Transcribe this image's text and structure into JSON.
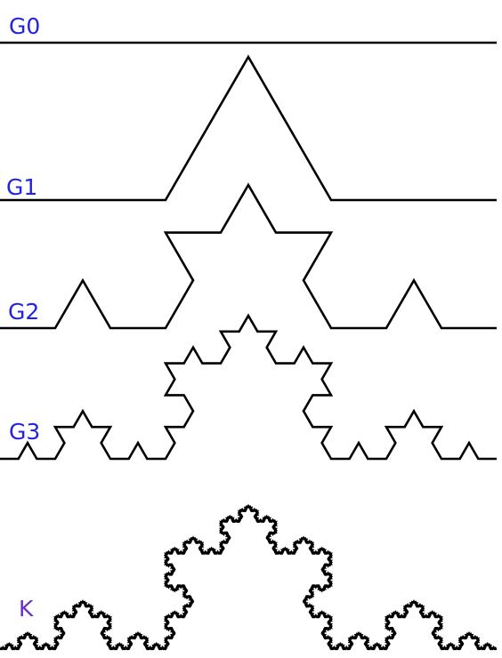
{
  "colors": {
    "label": "#2323e6",
    "label_limit": "#6a2ec7",
    "stroke": "#000000",
    "background": "#ffffff"
  },
  "rows": [
    {
      "label": "G0",
      "generation": 0
    },
    {
      "label": "G1",
      "generation": 1
    },
    {
      "label": "G2",
      "generation": 2
    },
    {
      "label": "G3",
      "generation": 3
    },
    {
      "label": "K",
      "generation": 6
    }
  ]
}
